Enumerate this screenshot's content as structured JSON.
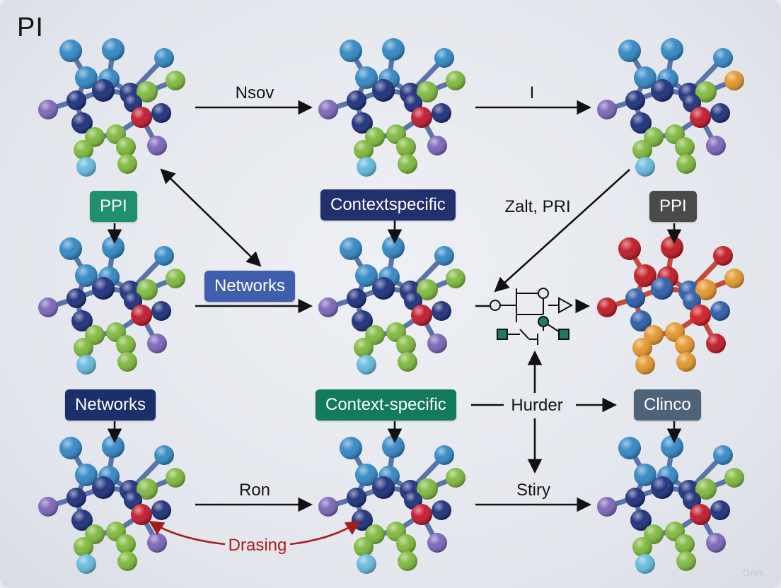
{
  "title": "PI",
  "labels": {
    "ppi_left": "PPI",
    "context_top": "Contextspecific",
    "ppi_right": "PPI",
    "networks_mid": "Networks",
    "networks_left": "Networks",
    "context_bottom": "Context-specific",
    "clinco": "Clinco"
  },
  "edge_labels": {
    "nsov": "Nsov",
    "i": "I",
    "zalt": "Zalt, PRI",
    "hurder": "Hurder",
    "ron": "Ron",
    "stiry": "Stiry",
    "drasing": "Drasing"
  },
  "watermark": "Grok",
  "colors": {
    "green_box": "#1f8f6e",
    "navy_box": "#23306e",
    "gray_box": "#4a4a4a",
    "blue_box": "#3f5fae",
    "dark_blue_box": "#1b2f6b",
    "teal_box": "#137a5e",
    "slate_box": "#4f6378",
    "arrow": "#111111",
    "red_arrow": "#a51c1c"
  }
}
